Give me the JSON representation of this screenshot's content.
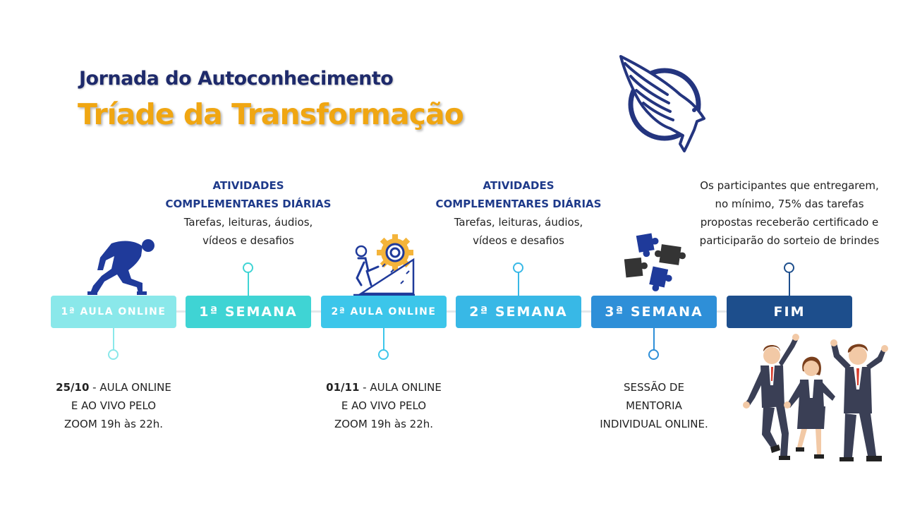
{
  "header": {
    "title": "Jornada do Autoconhecimento",
    "subtitle": "Tríade da Transformação"
  },
  "timeline": [
    {
      "label": "1ª AULA ONLINE",
      "color": "#8ae8ea"
    },
    {
      "label": "1ª SEMANA",
      "color": "#3fd4d4"
    },
    {
      "label": "2ª AULA ONLINE",
      "color": "#3cc6ea"
    },
    {
      "label": "2ª SEMANA",
      "color": "#38b8e6"
    },
    {
      "label": "3ª SEMANA",
      "color": "#2e8fd8"
    },
    {
      "label": "FIM",
      "color": "#1d4e8c"
    }
  ],
  "top_texts": [
    {
      "heading_1": "ATIVIDADES",
      "heading_2": "COMPLEMENTARES DIÁRIAS",
      "line_1": "Tarefas, leituras, áudios,",
      "line_2": "vídeos e desafios"
    },
    {
      "heading_1": "ATIVIDADES",
      "heading_2": "COMPLEMENTARES DIÁRIAS",
      "line_1": "Tarefas, leituras, áudios,",
      "line_2": "vídeos e desafios"
    },
    {
      "line_1": "Os participantes que entregarem,",
      "line_2": "no mínimo, 75% das tarefas",
      "line_3": "propostas receberão certificado e",
      "line_4": "participarão do sorteio de brindes"
    }
  ],
  "bottom_texts": [
    {
      "date": "25/10",
      "line_1": " - AULA ONLINE",
      "line_2": "E AO VIVO PELO",
      "line_3": "ZOOM 19h às 22h."
    },
    {
      "date": "01/11",
      "line_1": " - AULA ONLINE",
      "line_2": "E AO VIVO PELO",
      "line_3": "ZOOM 19h às 22h."
    },
    {
      "line_1": "SESSÃO DE",
      "line_2": "MENTORIA",
      "line_3": "INDIVIDUAL ONLINE."
    }
  ],
  "icons": {
    "logo": "eagle-logo-icon",
    "runner": "runner-icon",
    "climb": "climbing-gear-icon",
    "puzzle": "puzzle-icon",
    "celebrate": "celebrating-people-icon"
  },
  "colors": {
    "title": "#1e2a6b",
    "subtitle": "#f0a612",
    "heading": "#1e3a8a"
  }
}
